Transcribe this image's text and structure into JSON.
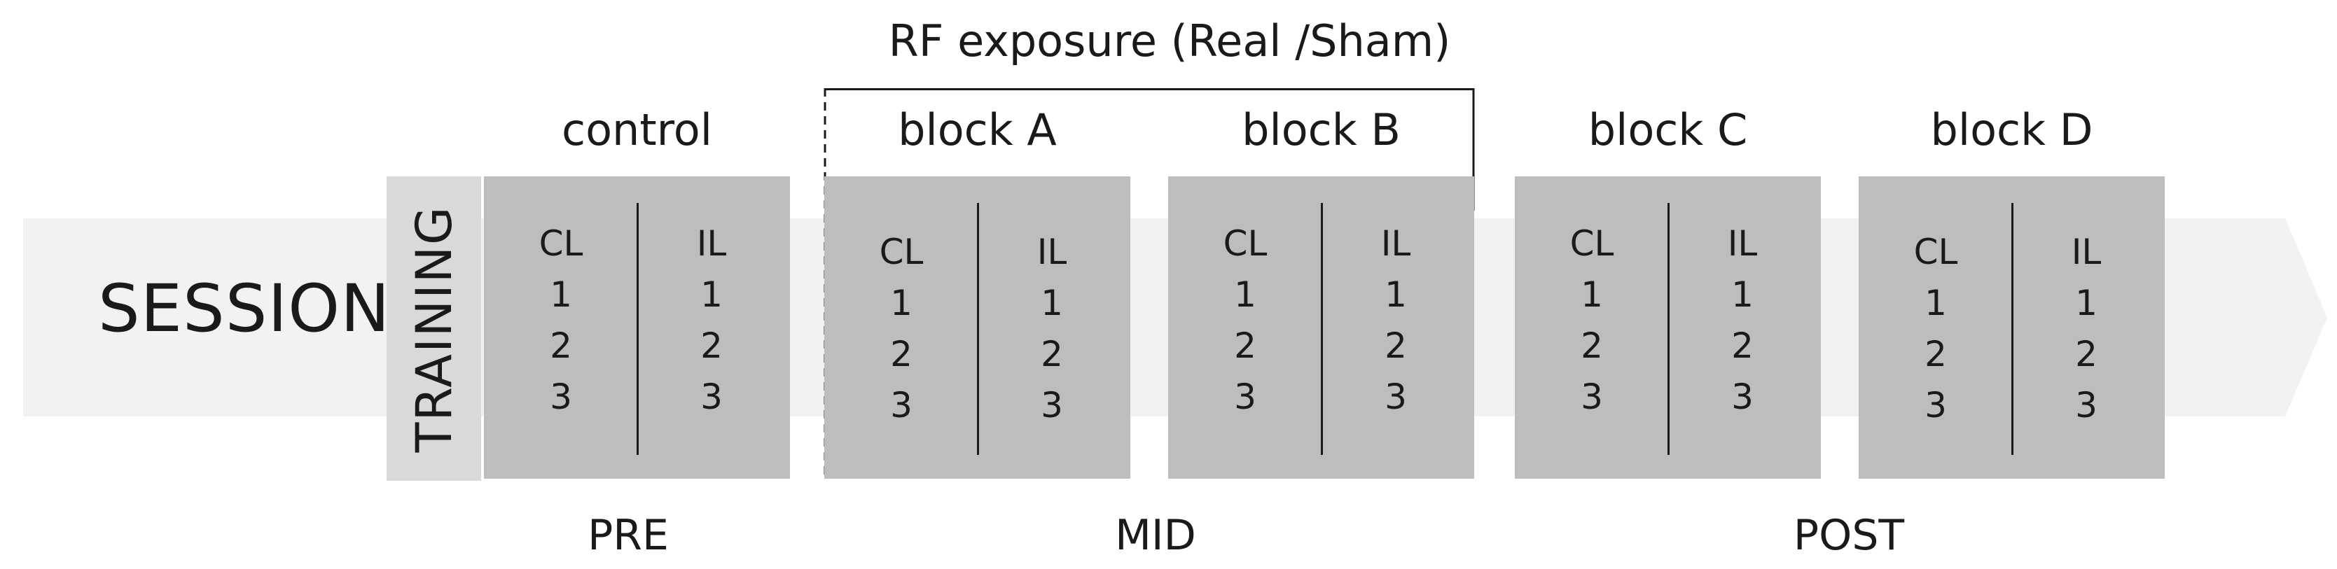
{
  "diagram": {
    "session_label": "SESSION",
    "training_label": "TRAINING",
    "exposure_label": "RF exposure  (Real /Sham)",
    "blocks": [
      {
        "title": "control",
        "left_header": "CL",
        "right_header": "IL",
        "left_values": [
          "1",
          "2",
          "3"
        ],
        "right_values": [
          "1",
          "2",
          "3"
        ]
      },
      {
        "title": "block A",
        "left_header": "CL",
        "right_header": "IL",
        "left_values": [
          "1",
          "2",
          "3"
        ],
        "right_values": [
          "1",
          "2",
          "3"
        ]
      },
      {
        "title": "block B",
        "left_header": "CL",
        "right_header": "IL",
        "left_values": [
          "1",
          "2",
          "3"
        ],
        "right_values": [
          "1",
          "2",
          "3"
        ]
      },
      {
        "title": "block C",
        "left_header": "CL",
        "right_header": "IL",
        "left_values": [
          "1",
          "2",
          "3"
        ],
        "right_values": [
          "1",
          "2",
          "3"
        ]
      },
      {
        "title": "block D",
        "left_header": "CL",
        "right_header": "IL",
        "left_values": [
          "1",
          "2",
          "3"
        ],
        "right_values": [
          "1",
          "2",
          "3"
        ]
      }
    ],
    "phases": [
      "PRE",
      "MID",
      "POST"
    ],
    "colors": {
      "arrow": "#f2f2f2",
      "training": "#d9d9d9",
      "block": "#bdbdbd",
      "ink": "#1a1a1a"
    }
  }
}
